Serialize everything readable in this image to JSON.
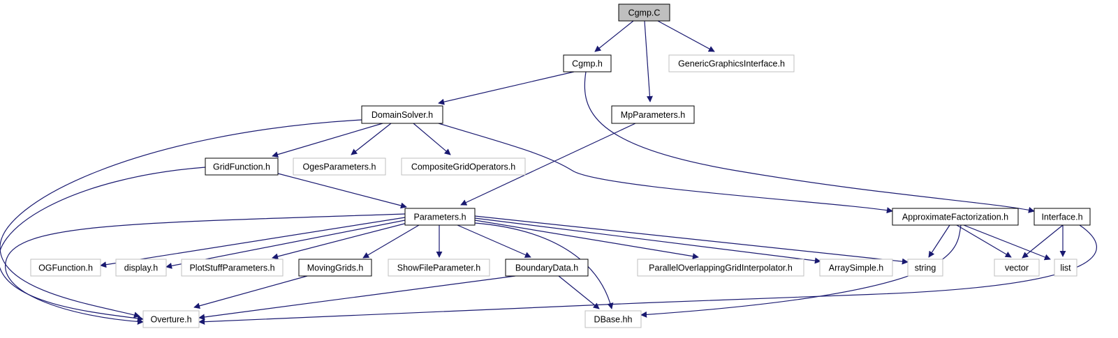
{
  "colors": {
    "edge": "#191970",
    "root_fill": "#bfbfbf",
    "documented_border": "#000000",
    "undocumented_border": "#bfbfbf",
    "node_fill": "#ffffff"
  },
  "nodes": [
    {
      "id": "cgmp_c",
      "label": "Cgmp.C",
      "kind": "root"
    },
    {
      "id": "cgmp_h",
      "label": "Cgmp.h",
      "kind": "documented"
    },
    {
      "id": "genericgraphics",
      "label": "GenericGraphicsInterface.h",
      "kind": "undocumented"
    },
    {
      "id": "mpparameters",
      "label": "MpParameters.h",
      "kind": "documented"
    },
    {
      "id": "domainsolver",
      "label": "DomainSolver.h",
      "kind": "documented"
    },
    {
      "id": "gridfunction",
      "label": "GridFunction.h",
      "kind": "documented"
    },
    {
      "id": "ogesparameters",
      "label": "OgesParameters.h",
      "kind": "undocumented"
    },
    {
      "id": "compositegridoperators",
      "label": "CompositeGridOperators.h",
      "kind": "undocumented"
    },
    {
      "id": "parameters",
      "label": "Parameters.h",
      "kind": "documented"
    },
    {
      "id": "approxfact",
      "label": "ApproximateFactorization.h",
      "kind": "documented"
    },
    {
      "id": "interface",
      "label": "Interface.h",
      "kind": "documented"
    },
    {
      "id": "ogfunction",
      "label": "OGFunction.h",
      "kind": "undocumented"
    },
    {
      "id": "display",
      "label": "display.h",
      "kind": "undocumented"
    },
    {
      "id": "plotstuff",
      "label": "PlotStuffParameters.h",
      "kind": "undocumented"
    },
    {
      "id": "movinggrids",
      "label": "MovingGrids.h",
      "kind": "documented"
    },
    {
      "id": "showfile",
      "label": "ShowFileParameter.h",
      "kind": "undocumented"
    },
    {
      "id": "boundarydata",
      "label": "BoundaryData.h",
      "kind": "documented"
    },
    {
      "id": "parallelogi",
      "label": "ParallelOverlappingGridInterpolator.h",
      "kind": "undocumented"
    },
    {
      "id": "arraysimple",
      "label": "ArraySimple.h",
      "kind": "undocumented"
    },
    {
      "id": "string",
      "label": "string",
      "kind": "undocumented"
    },
    {
      "id": "vector",
      "label": "vector",
      "kind": "undocumented"
    },
    {
      "id": "list",
      "label": "list",
      "kind": "undocumented"
    },
    {
      "id": "overture",
      "label": "Overture.h",
      "kind": "undocumented"
    },
    {
      "id": "dbase",
      "label": "DBase.hh",
      "kind": "undocumented"
    }
  ],
  "edges": [
    [
      "cgmp_c",
      "cgmp_h"
    ],
    [
      "cgmp_c",
      "mpparameters"
    ],
    [
      "cgmp_c",
      "genericgraphics"
    ],
    [
      "cgmp_h",
      "domainsolver"
    ],
    [
      "cgmp_h",
      "interface"
    ],
    [
      "mpparameters",
      "parameters"
    ],
    [
      "domainsolver",
      "overture"
    ],
    [
      "domainsolver",
      "gridfunction"
    ],
    [
      "domainsolver",
      "ogesparameters"
    ],
    [
      "domainsolver",
      "compositegridoperators"
    ],
    [
      "domainsolver",
      "approxfact"
    ],
    [
      "gridfunction",
      "overture"
    ],
    [
      "gridfunction",
      "parameters"
    ],
    [
      "parameters",
      "overture"
    ],
    [
      "parameters",
      "ogfunction"
    ],
    [
      "parameters",
      "display"
    ],
    [
      "parameters",
      "plotstuff"
    ],
    [
      "parameters",
      "movinggrids"
    ],
    [
      "parameters",
      "showfile"
    ],
    [
      "parameters",
      "boundarydata"
    ],
    [
      "parameters",
      "dbase"
    ],
    [
      "parameters",
      "parallelogi"
    ],
    [
      "parameters",
      "arraysimple"
    ],
    [
      "parameters",
      "string"
    ],
    [
      "approxfact",
      "string"
    ],
    [
      "approxfact",
      "vector"
    ],
    [
      "approxfact",
      "list"
    ],
    [
      "approxfact",
      "dbase"
    ],
    [
      "interface",
      "vector"
    ],
    [
      "interface",
      "list"
    ],
    [
      "interface",
      "overture"
    ],
    [
      "movinggrids",
      "overture"
    ],
    [
      "boundarydata",
      "overture"
    ],
    [
      "boundarydata",
      "dbase"
    ]
  ]
}
